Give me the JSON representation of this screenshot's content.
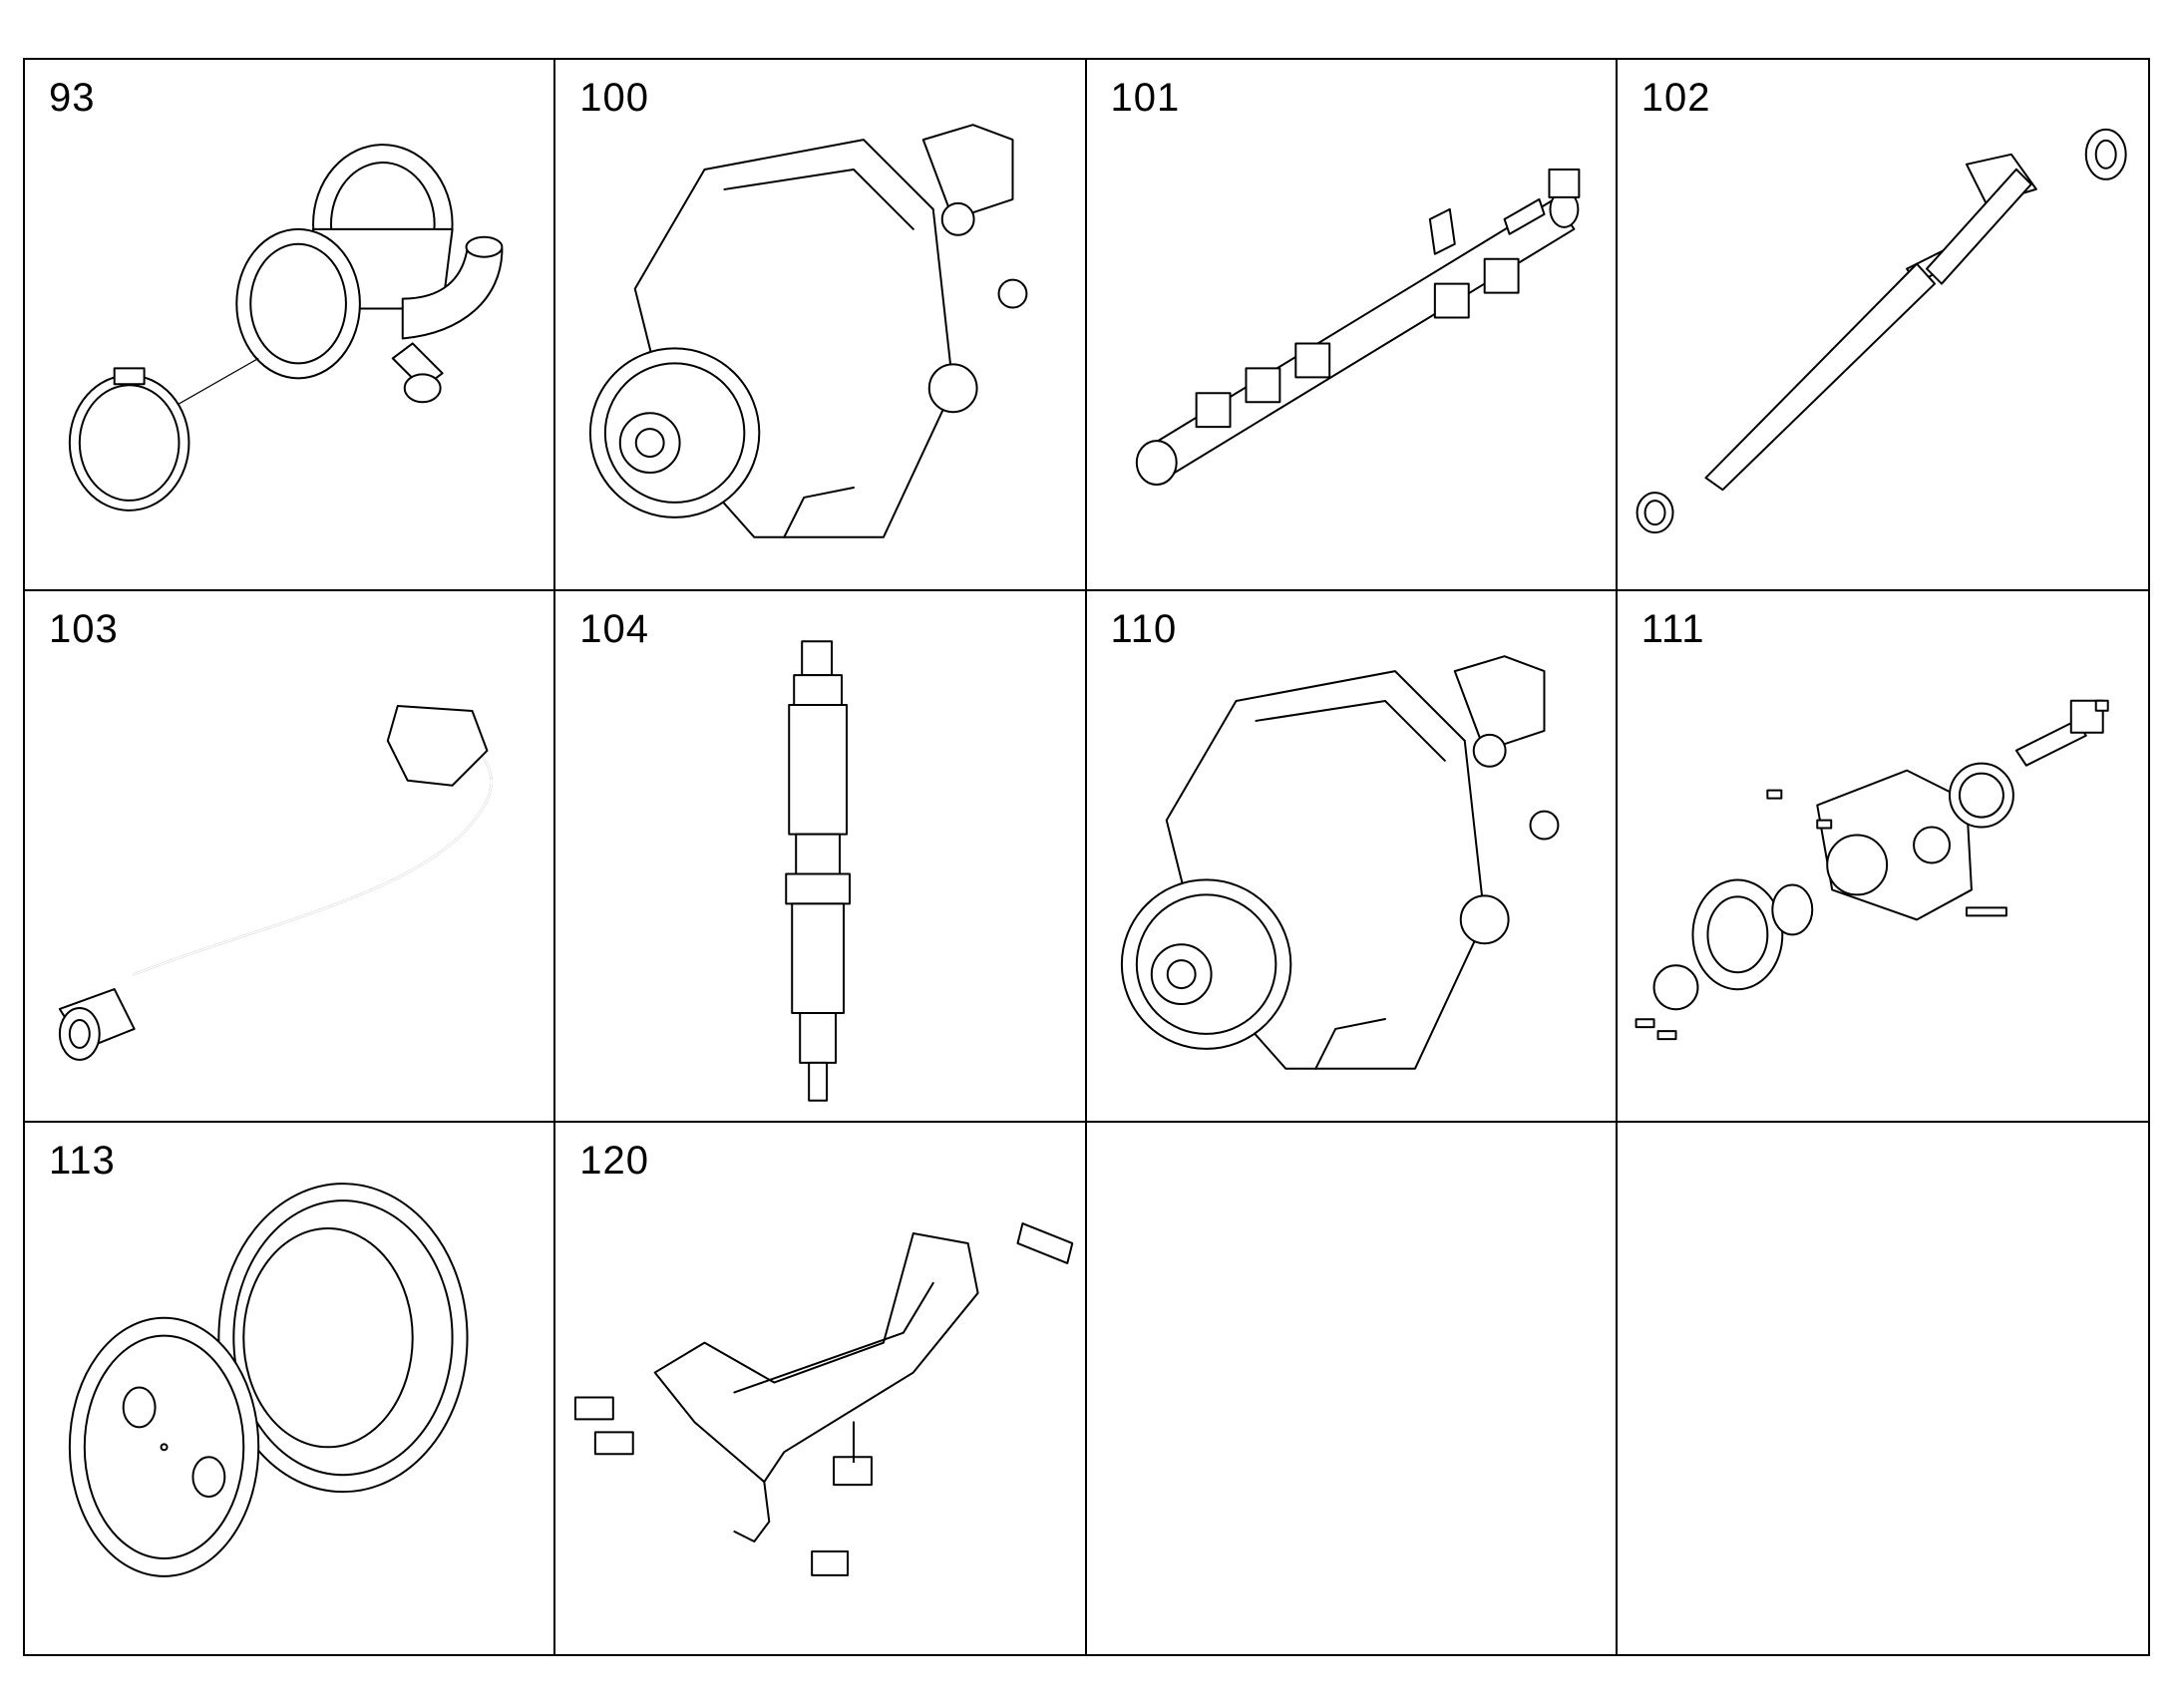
{
  "parts": [
    {
      "number": "93",
      "icon": "throttle-housing-with-clamp-icon"
    },
    {
      "number": "100",
      "icon": "high-pressure-fuel-pump-icon"
    },
    {
      "number": "101",
      "icon": "fuel-rail-icon"
    },
    {
      "number": "102",
      "icon": "pressure-pipe-with-seal-icon"
    },
    {
      "number": "103",
      "icon": "bent-fuel-line-icon"
    },
    {
      "number": "104",
      "icon": "fuel-injector-icon"
    },
    {
      "number": "110",
      "icon": "high-pressure-fuel-pump-icon"
    },
    {
      "number": "111",
      "icon": "oil-pump-assembly-exploded-icon"
    },
    {
      "number": "113",
      "icon": "gear-and-cover-disc-icon"
    },
    {
      "number": "120",
      "icon": "bracket-with-clips-icon"
    }
  ],
  "colors": {
    "line": "#000000",
    "background": "#ffffff"
  }
}
